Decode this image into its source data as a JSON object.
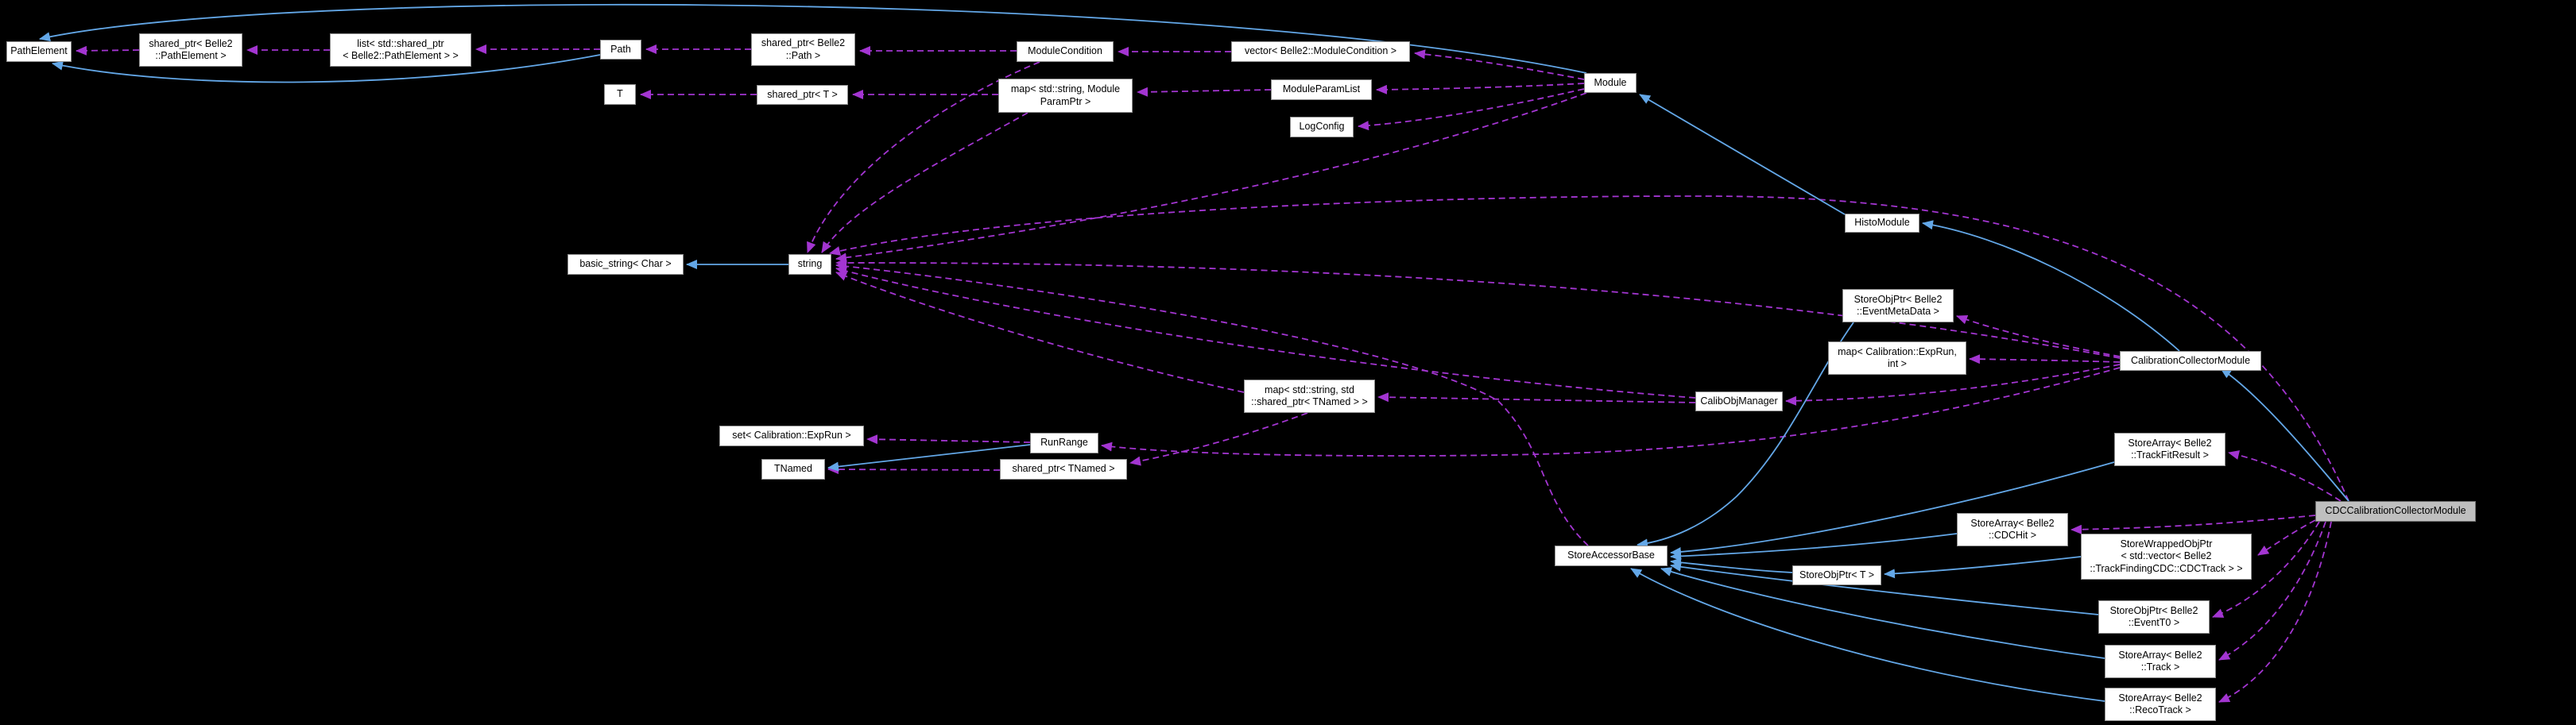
{
  "diagram": {
    "kind": "collaboration-graph",
    "colors": {
      "background": "#000000",
      "node_fill": "#ffffff",
      "node_border": "#8f8f8f",
      "node_text": "#000000",
      "highlight_fill": "#bfbfbf",
      "inheritance_edge": "#63a7e7",
      "usage_edge": "#a335d1"
    },
    "nodes": [
      {
        "id": "pathelement",
        "label": "PathElement",
        "highlighted": false
      },
      {
        "id": "sp_pathelement",
        "label": "shared_ptr< Belle2\n::PathElement >",
        "highlighted": false
      },
      {
        "id": "list_sp_pathelement",
        "label": "list< std::shared_ptr\n< Belle2::PathElement > >",
        "highlighted": false
      },
      {
        "id": "path",
        "label": "Path",
        "highlighted": false
      },
      {
        "id": "sp_path",
        "label": "shared_ptr< Belle2\n::Path >",
        "highlighted": false
      },
      {
        "id": "modulecondition",
        "label": "ModuleCondition",
        "highlighted": false
      },
      {
        "id": "vec_modulecondition",
        "label": "vector< Belle2::ModuleCondition >",
        "highlighted": false
      },
      {
        "id": "module",
        "label": "Module",
        "highlighted": false
      },
      {
        "id": "t",
        "label": "T",
        "highlighted": false
      },
      {
        "id": "sp_t",
        "label": "shared_ptr< T >",
        "highlighted": false
      },
      {
        "id": "map_moduleparamptr",
        "label": "map< std::string, Module\nParamPtr >",
        "highlighted": false
      },
      {
        "id": "moduleparamlist",
        "label": "ModuleParamList",
        "highlighted": false
      },
      {
        "id": "logconfig",
        "label": "LogConfig",
        "highlighted": false
      },
      {
        "id": "basic_string",
        "label": "basic_string< Char >",
        "highlighted": false
      },
      {
        "id": "string",
        "label": "string",
        "highlighted": false
      },
      {
        "id": "histomodule",
        "label": "HistoModule",
        "highlighted": false
      },
      {
        "id": "sop_eventmetadata",
        "label": "StoreObjPtr< Belle2\n::EventMetaData >",
        "highlighted": false
      },
      {
        "id": "map_exprun_int",
        "label": "map< Calibration::ExpRun,\nint >",
        "highlighted": false
      },
      {
        "id": "ccm",
        "label": "CalibrationCollectorModule",
        "highlighted": false
      },
      {
        "id": "calibobjmanager",
        "label": "CalibObjManager",
        "highlighted": false
      },
      {
        "id": "map_string_tnamed",
        "label": "map< std::string, std\n::shared_ptr< TNamed > >",
        "highlighted": false
      },
      {
        "id": "set_exprun",
        "label": "set< Calibration::ExpRun >",
        "highlighted": false
      },
      {
        "id": "runrange",
        "label": "RunRange",
        "highlighted": false
      },
      {
        "id": "tnamed",
        "label": "TNamed",
        "highlighted": false
      },
      {
        "id": "sp_tnamed",
        "label": "shared_ptr< TNamed >",
        "highlighted": false
      },
      {
        "id": "sab",
        "label": "StoreAccessorBase",
        "highlighted": false
      },
      {
        "id": "sa_trackfitresult",
        "label": "StoreArray< Belle2\n::TrackFitResult >",
        "highlighted": false
      },
      {
        "id": "sa_cdchit",
        "label": "StoreArray< Belle2\n::CDCHit >",
        "highlighted": false
      },
      {
        "id": "sop_t",
        "label": "StoreObjPtr< T >",
        "highlighted": false
      },
      {
        "id": "swop_cdctrack",
        "label": "StoreWrappedObjPtr\n< std::vector< Belle2\n::TrackFindingCDC::CDCTrack > >",
        "highlighted": false
      },
      {
        "id": "sop_eventt0",
        "label": "StoreObjPtr< Belle2\n::EventT0 >",
        "highlighted": false
      },
      {
        "id": "sa_track",
        "label": "StoreArray< Belle2\n::Track >",
        "highlighted": false
      },
      {
        "id": "sa_recotrack",
        "label": "StoreArray< Belle2\n::RecoTrack >",
        "highlighted": false
      },
      {
        "id": "cdc",
        "label": "CDCCalibrationCollectorModule",
        "highlighted": true
      }
    ],
    "edges": [
      {
        "from": "sp_pathelement",
        "to": "pathelement",
        "type": "usage"
      },
      {
        "from": "list_sp_pathelement",
        "to": "sp_pathelement",
        "type": "usage"
      },
      {
        "from": "path",
        "to": "list_sp_pathelement",
        "type": "usage"
      },
      {
        "from": "sp_path",
        "to": "path",
        "type": "usage"
      },
      {
        "from": "modulecondition",
        "to": "sp_path",
        "type": "usage"
      },
      {
        "from": "vec_modulecondition",
        "to": "modulecondition",
        "type": "usage"
      },
      {
        "from": "module",
        "to": "vec_modulecondition",
        "type": "usage"
      },
      {
        "from": "sp_t",
        "to": "t",
        "type": "usage"
      },
      {
        "from": "map_moduleparamptr",
        "to": "sp_t",
        "type": "usage"
      },
      {
        "from": "moduleparamlist",
        "to": "map_moduleparamptr",
        "type": "usage"
      },
      {
        "from": "module",
        "to": "moduleparamlist",
        "type": "usage"
      },
      {
        "from": "module",
        "to": "logconfig",
        "type": "usage"
      },
      {
        "from": "module",
        "to": "string",
        "type": "usage"
      },
      {
        "from": "modulecondition",
        "to": "string",
        "type": "usage"
      },
      {
        "from": "map_moduleparamptr",
        "to": "string",
        "type": "usage"
      },
      {
        "from": "map_string_tnamed",
        "to": "string",
        "type": "usage"
      },
      {
        "from": "calibobjmanager",
        "to": "string",
        "type": "usage"
      },
      {
        "from": "ccm",
        "to": "string",
        "type": "usage"
      },
      {
        "from": "cdc",
        "to": "string",
        "type": "usage"
      },
      {
        "from": "sab",
        "to": "string",
        "type": "usage"
      },
      {
        "from": "ccm",
        "to": "sop_eventmetadata",
        "type": "usage"
      },
      {
        "from": "ccm",
        "to": "map_exprun_int",
        "type": "usage"
      },
      {
        "from": "ccm",
        "to": "calibobjmanager",
        "type": "usage"
      },
      {
        "from": "ccm",
        "to": "runrange",
        "type": "usage"
      },
      {
        "from": "calibobjmanager",
        "to": "map_string_tnamed",
        "type": "usage"
      },
      {
        "from": "map_string_tnamed",
        "to": "sp_tnamed",
        "type": "usage"
      },
      {
        "from": "sp_tnamed",
        "to": "tnamed",
        "type": "usage"
      },
      {
        "from": "runrange",
        "to": "set_exprun",
        "type": "usage"
      },
      {
        "from": "cdc",
        "to": "sa_trackfitresult",
        "type": "usage"
      },
      {
        "from": "cdc",
        "to": "sa_cdchit",
        "type": "usage"
      },
      {
        "from": "cdc",
        "to": "swop_cdctrack",
        "type": "usage"
      },
      {
        "from": "cdc",
        "to": "sop_eventt0",
        "type": "usage"
      },
      {
        "from": "cdc",
        "to": "sa_track",
        "type": "usage"
      },
      {
        "from": "cdc",
        "to": "sa_recotrack",
        "type": "usage"
      },
      {
        "from": "path",
        "to": "pathelement",
        "type": "inheritance"
      },
      {
        "from": "module",
        "to": "pathelement",
        "type": "inheritance"
      },
      {
        "from": "histomodule",
        "to": "module",
        "type": "inheritance"
      },
      {
        "from": "ccm",
        "to": "histomodule",
        "type": "inheritance"
      },
      {
        "from": "cdc",
        "to": "ccm",
        "type": "inheritance"
      },
      {
        "from": "string",
        "to": "basic_string",
        "type": "inheritance"
      },
      {
        "from": "runrange",
        "to": "tnamed",
        "type": "inheritance"
      },
      {
        "from": "sop_eventmetadata",
        "to": "sab",
        "type": "inheritance"
      },
      {
        "from": "sa_trackfitresult",
        "to": "sab",
        "type": "inheritance"
      },
      {
        "from": "sa_cdchit",
        "to": "sab",
        "type": "inheritance"
      },
      {
        "from": "sop_t",
        "to": "sab",
        "type": "inheritance"
      },
      {
        "from": "swop_cdctrack",
        "to": "sop_t",
        "type": "inheritance"
      },
      {
        "from": "sop_eventt0",
        "to": "sab",
        "type": "inheritance"
      },
      {
        "from": "sa_track",
        "to": "sab",
        "type": "inheritance"
      },
      {
        "from": "sa_recotrack",
        "to": "sab",
        "type": "inheritance"
      }
    ]
  }
}
